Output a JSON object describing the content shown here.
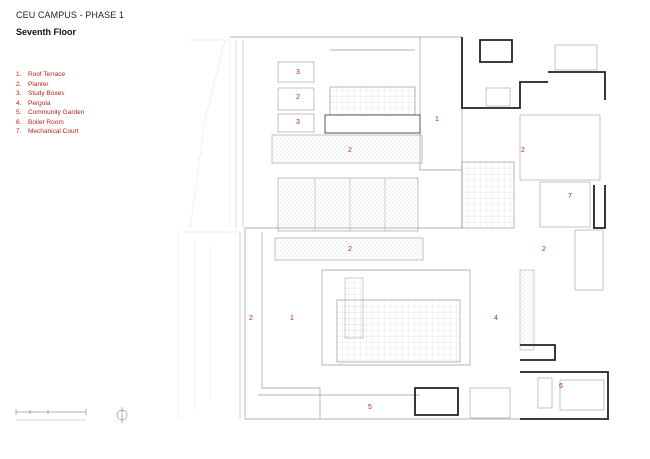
{
  "title": "CEU CAMPUS - PHASE 1",
  "subtitle": "Seventh Floor",
  "legend": [
    {
      "num": "1.",
      "text": "Roof Terrace"
    },
    {
      "num": "2.",
      "text": "Planter"
    },
    {
      "num": "3.",
      "text": "Study Boxes"
    },
    {
      "num": "4.",
      "text": "Pergola"
    },
    {
      "num": "5.",
      "text": "Community Garden"
    },
    {
      "num": "6.",
      "text": "Boiler Room"
    },
    {
      "num": "7.",
      "text": "Mechanical Court"
    }
  ],
  "plan_labels": {
    "l3a": "3",
    "l2a": "2",
    "l3b": "3",
    "l1a": "1",
    "l2b": "2",
    "l2c": "2",
    "l7": "7",
    "l2d": "2",
    "l2e": "2",
    "l1b": "1",
    "l4": "4",
    "l6": "6",
    "l5": "5"
  },
  "colors": {
    "label": "#c0211b",
    "line": "#9a9a9a",
    "wall": "#222222"
  }
}
